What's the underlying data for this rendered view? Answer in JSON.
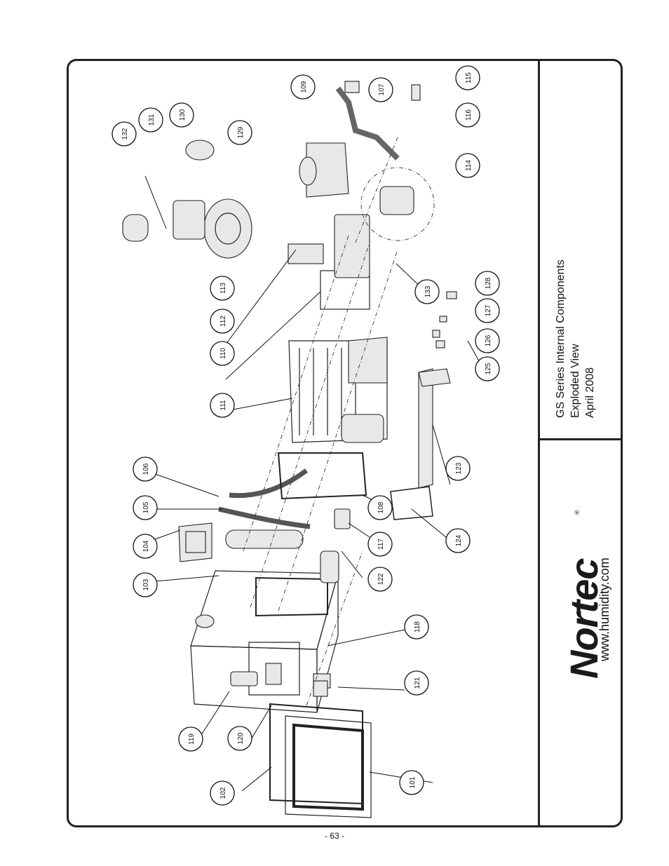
{
  "title_block": {
    "line1": "GS Series Internal Components",
    "line2": "Exploded View",
    "line3": "April 2008"
  },
  "brand": {
    "name": "Nortec",
    "registered": "®",
    "website": "www.humidity.com"
  },
  "page_number": "- 63 -",
  "callouts": [
    {
      "label": "101"
    },
    {
      "label": "102"
    },
    {
      "label": "103"
    },
    {
      "label": "104"
    },
    {
      "label": "105"
    },
    {
      "label": "106"
    },
    {
      "label": "107"
    },
    {
      "label": "108"
    },
    {
      "label": "109"
    },
    {
      "label": "110"
    },
    {
      "label": "111"
    },
    {
      "label": "112"
    },
    {
      "label": "113"
    },
    {
      "label": "114"
    },
    {
      "label": "115"
    },
    {
      "label": "116"
    },
    {
      "label": "117"
    },
    {
      "label": "118"
    },
    {
      "label": "119"
    },
    {
      "label": "120"
    },
    {
      "label": "121"
    },
    {
      "label": "122"
    },
    {
      "label": "123"
    },
    {
      "label": "124"
    },
    {
      "label": "125"
    },
    {
      "label": "126"
    },
    {
      "label": "127"
    },
    {
      "label": "128"
    },
    {
      "label": "129"
    },
    {
      "label": "130"
    },
    {
      "label": "131"
    },
    {
      "label": "132"
    },
    {
      "label": "133"
    }
  ]
}
